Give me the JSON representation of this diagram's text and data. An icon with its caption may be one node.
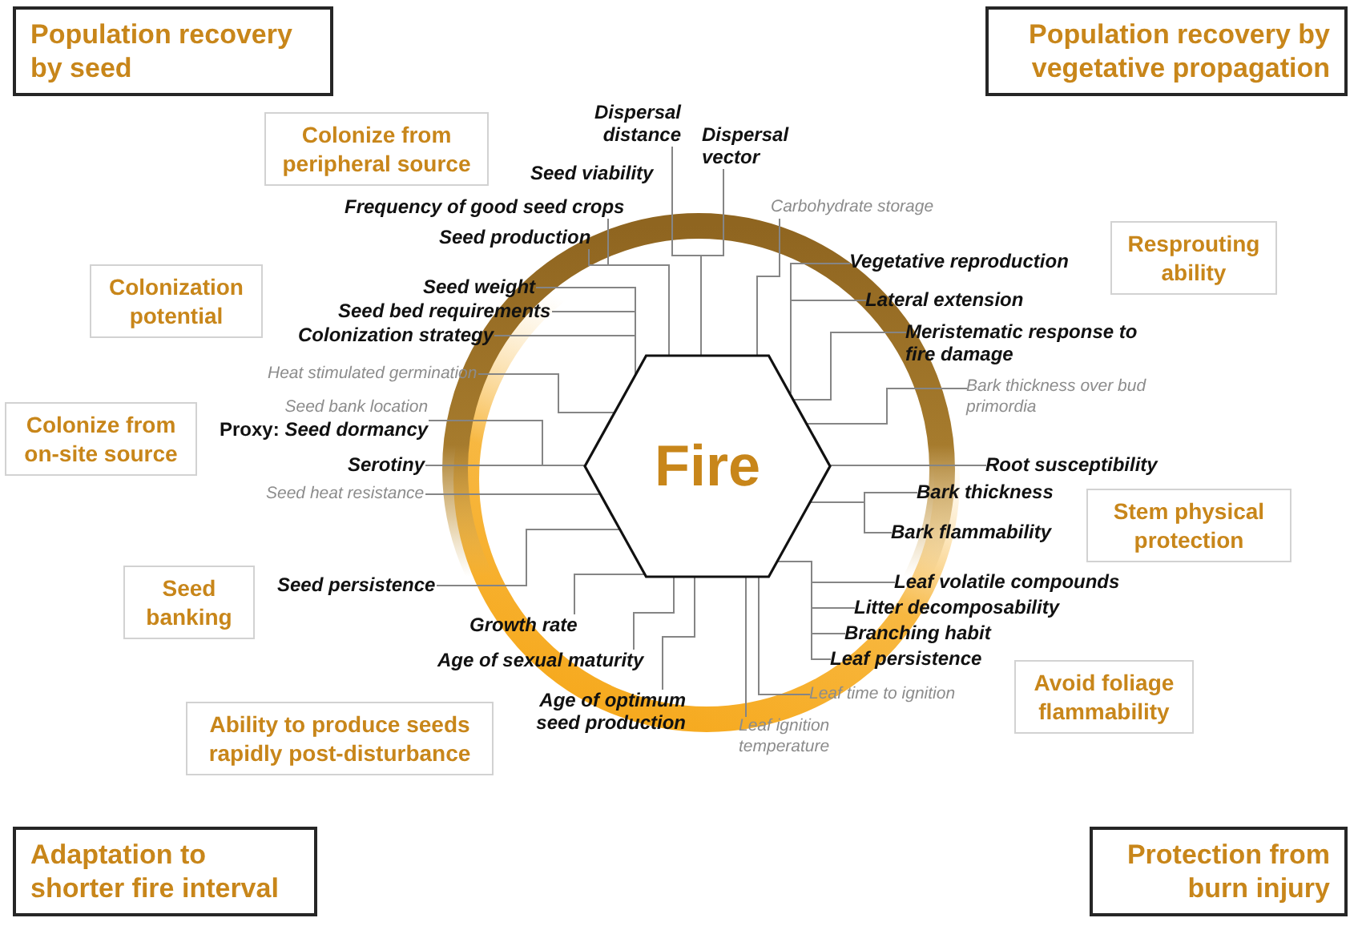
{
  "diagram": {
    "nodes": [
      {
        "text": [
          "Population recovery by seed"
        ]
      },
      {
        "text": [
          "Population recovery by vegetative propagation"
        ]
      },
      {
        "text": [
          "Colonize from peripheral source"
        ]
      },
      {
        "text": [
          "Dispersal distance"
        ]
      },
      {
        "text": [
          "Dispersal vector"
        ]
      },
      {
        "text": [
          "Frequency of good seed crops"
        ]
      },
      {
        "text": [
          "Carbohydrate storage"
        ]
      },
      {
        "text": [
          "Resprouting ability"
        ]
      },
      {
        "text": [
          "Seed production"
        ]
      },
      {
        "text": [
          "Vegetative reproduction"
        ]
      },
      {
        "text": [
          "Colonization potential"
        ]
      },
      {
        "text": [
          "Seed weight"
        ]
      },
      {
        "text": [
          "Lateral extension"
        ]
      },
      {
        "text": [
          "Seed bed requirements"
        ]
      },
      {
        "text": [
          "Colonization strategy"
        ]
      },
      {
        "text": [
          "Meristematic response to fire damage"
        ]
      },
      {
        "text": [
          "Heat stimulated germination"
        ]
      },
      {
        "text": [
          "Bark thickness over bud primordia"
        ]
      },
      {
        "text": [
          "Colonize from on-site source"
        ]
      },
      {
        "text": [
          "Seed bank location",
          "Proxy: *Seed dormancy*"
        ]
      },
      {
        "text": [
          "Serotiny"
        ]
      },
      {
        "text": [
          "Fire"
        ]
      },
      {
        "text": [
          "Root susceptibility"
        ]
      },
      {
        "text": [
          "Bark thickness"
        ]
      },
      {
        "text": [
          "Seed heat resistance"
        ]
      },
      {
        "text": [
          "Stem physical protection"
        ]
      },
      {
        "text": [
          "Bark flammability"
        ]
      },
      {
        "text": [
          "Seed persistence"
        ]
      },
      {
        "text": [
          "Seed banking"
        ]
      },
      {
        "text": [
          "Leaf volatile compounds"
        ]
      },
      {
        "text": [
          "Litter decomposability"
        ]
      },
      {
        "text": [
          "Growth rate"
        ]
      },
      {
        "text": [
          "Branching habit"
        ]
      },
      {
        "text": [
          "Leaf persistence"
        ]
      },
      {
        "text": [
          "Age of sexual maturity"
        ]
      },
      {
        "text": [
          "Avoid foliage flammability"
        ]
      },
      {
        "text": [
          "Ability to produce seeds rapidly post-disturbance"
        ]
      },
      {
        "text": [
          "Leaf time to ignition"
        ]
      },
      {
        "text": [
          "Age of optimum seed production"
        ]
      },
      {
        "text": [
          "Leaf ignition temperature"
        ]
      },
      {
        "text": [
          "Adaptation to shorter fire interval"
        ]
      },
      {
        "text": [
          "Protection from burn injury"
        ]
      }
    ],
    "edges": [
      {
        "from": 21,
        "to": 3,
        "arrow": "none"
      },
      {
        "from": 21,
        "to": 4,
        "arrow": "none"
      },
      {
        "from": 21,
        "to": 5,
        "arrow": "none"
      },
      {
        "from": 21,
        "to": 6,
        "arrow": "none"
      },
      {
        "from": 21,
        "to": 8,
        "arrow": "none"
      },
      {
        "from": 21,
        "to": 9,
        "arrow": "none"
      },
      {
        "from": 21,
        "to": 11,
        "arrow": "none"
      },
      {
        "from": 21,
        "to": 12,
        "arrow": "none"
      },
      {
        "from": 21,
        "to": 13,
        "arrow": "none"
      },
      {
        "from": 21,
        "to": 14,
        "arrow": "none"
      },
      {
        "from": 21,
        "to": 15,
        "arrow": "none"
      },
      {
        "from": 21,
        "to": 16,
        "arrow": "none"
      },
      {
        "from": 21,
        "to": 17,
        "arrow": "none"
      },
      {
        "from": 21,
        "to": 19,
        "arrow": "none"
      },
      {
        "from": 21,
        "to": 20,
        "arrow": "none"
      },
      {
        "from": 21,
        "to": 22,
        "arrow": "none"
      },
      {
        "from": 21,
        "to": 23,
        "arrow": "none"
      },
      {
        "from": 21,
        "to": 24,
        "arrow": "none"
      },
      {
        "from": 21,
        "to": 26,
        "arrow": "none"
      },
      {
        "from": 21,
        "to": 27,
        "arrow": "none"
      },
      {
        "from": 21,
        "to": 29,
        "arrow": "none"
      },
      {
        "from": 21,
        "to": 30,
        "arrow": "none"
      },
      {
        "from": 21,
        "to": 31,
        "arrow": "none"
      },
      {
        "from": 21,
        "to": 32,
        "arrow": "none"
      },
      {
        "from": 21,
        "to": 33,
        "arrow": "none"
      },
      {
        "from": 21,
        "to": 34,
        "arrow": "none"
      },
      {
        "from": 21,
        "to": 37,
        "arrow": "none"
      },
      {
        "from": 21,
        "to": 38,
        "arrow": "none"
      },
      {
        "from": 21,
        "to": 39,
        "arrow": "none"
      }
    ],
    "labels": [
      "Seed viability"
    ]
  }
}
